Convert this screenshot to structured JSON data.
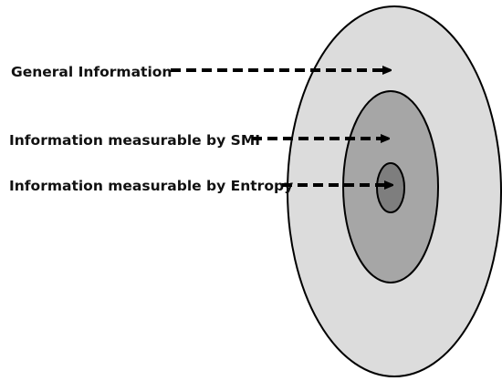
{
  "diagram": {
    "labels": {
      "general": "General Information",
      "smi": "Information measurable by SMI",
      "entropy": "Information measurable by Entropy"
    },
    "colors": {
      "outer_fill": "#dcdcdc",
      "middle_fill": "#a6a6a6",
      "inner_fill": "#7e7e7e",
      "stroke": "#000000",
      "arrow": "#000000",
      "text": "#111111"
    }
  }
}
